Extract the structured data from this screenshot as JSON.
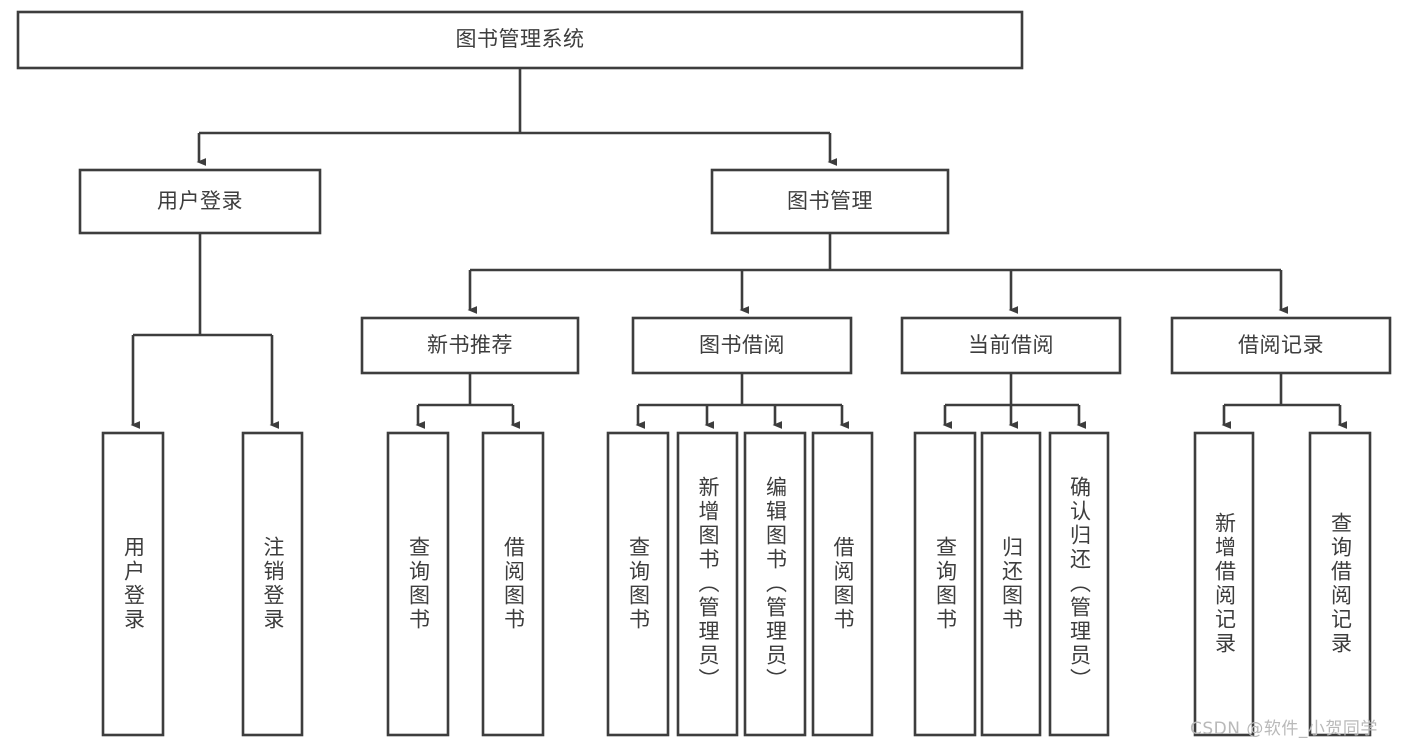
{
  "diagram": {
    "type": "tree-hierarchy-chart",
    "title": "图书管理系统",
    "stroke_color": "#3d3d3d",
    "text_color": "#3d3d3d",
    "background_color": "#ffffff",
    "root": {
      "label": "图书管理系统"
    },
    "level2": [
      {
        "label": "用户登录"
      },
      {
        "label": "图书管理"
      }
    ],
    "level3": [
      {
        "label": "新书推荐"
      },
      {
        "label": "图书借阅"
      },
      {
        "label": "当前借阅"
      },
      {
        "label": "借阅记录"
      }
    ],
    "leaves": {
      "user_login": [
        {
          "label": "用户登录"
        },
        {
          "label": "注销登录"
        }
      ],
      "new_book_recommend": [
        {
          "label": "查询图书"
        },
        {
          "label": "借阅图书"
        }
      ],
      "book_borrow": [
        {
          "label": "查询图书"
        },
        {
          "label": "新增图书（管理员）"
        },
        {
          "label": "编辑图书（管理员）"
        },
        {
          "label": "借阅图书"
        }
      ],
      "current_borrow": [
        {
          "label": "查询图书"
        },
        {
          "label": "归还图书"
        },
        {
          "label": "确认归还（管理员）"
        }
      ],
      "borrow_record": [
        {
          "label": "新增借阅记录"
        },
        {
          "label": "查询借阅记录"
        }
      ]
    }
  },
  "watermark": {
    "text": "CSDN @软件_小贺同学"
  }
}
